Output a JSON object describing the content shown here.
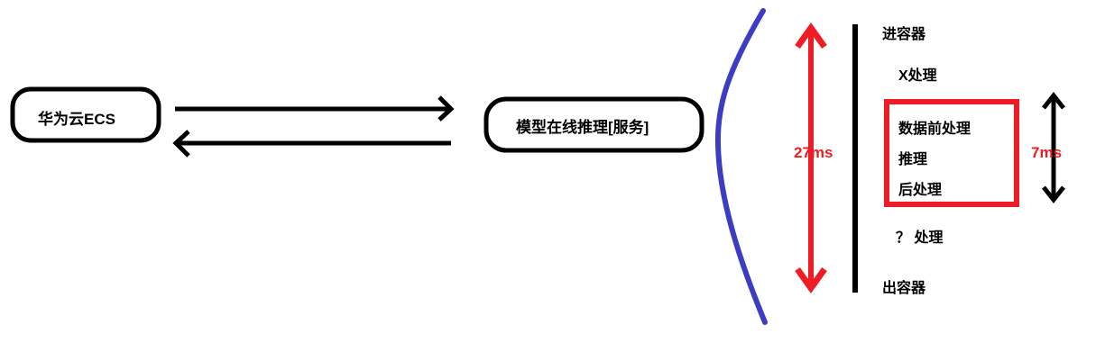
{
  "diagram": {
    "title": "Huawei Cloud ECS model online inference latency breakdown",
    "colors": {
      "outline": "#000000",
      "accent_red": "#ee1c24",
      "accent_blue": "#3d3dc4",
      "background": "#ffffff"
    },
    "nodes": [
      {
        "id": "ecs",
        "label": "华为云ECS"
      },
      {
        "id": "inference",
        "label": "模型在线推理[服务]"
      }
    ],
    "connectors": [
      {
        "id": "request-arrow",
        "direction": "right",
        "from": "ecs",
        "to": "inference"
      },
      {
        "id": "response-arrow",
        "direction": "left",
        "from": "inference",
        "to": "ecs"
      }
    ],
    "pipeline": {
      "stages": [
        {
          "id": "enter-container",
          "label": "进容器"
        },
        {
          "id": "x-processing",
          "label": "X处理"
        },
        {
          "id": "pre-processing",
          "label": "数据前处理",
          "highlighted": true
        },
        {
          "id": "inference-step",
          "label": "推理",
          "highlighted": true
        },
        {
          "id": "post-processing",
          "label": "后处理",
          "highlighted": true
        },
        {
          "id": "unknown-processing",
          "label": "？ 处理"
        },
        {
          "id": "exit-container",
          "label": "出容器"
        }
      ]
    },
    "measurements": [
      {
        "id": "total-latency",
        "value": "27ms",
        "scope": "enter-container to exit-container",
        "color": "#ee1c24"
      },
      {
        "id": "core-latency",
        "value": "7ms",
        "scope": "data pre-processing to post-processing",
        "color": "#ee1c24"
      }
    ],
    "icons": {
      "arrow_right": "arrow-right-icon",
      "arrow_left": "arrow-left-icon",
      "double_arrow_vertical_red": "double-arrow-vertical-red-icon",
      "double_arrow_vertical_black": "double-arrow-vertical-black-icon",
      "brace_curve": "brace-curve-icon",
      "timeline_axis": "timeline-axis-icon"
    }
  }
}
